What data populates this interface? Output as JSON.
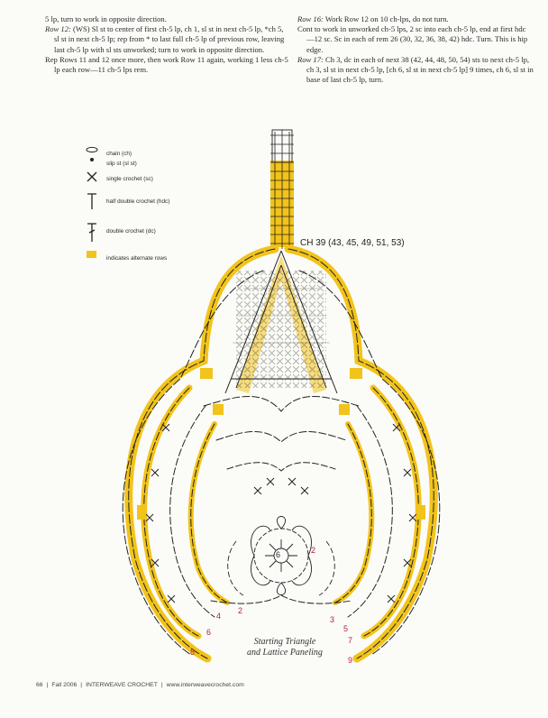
{
  "text": {
    "left_col": {
      "line0": "5 lp, turn to work in opposite direction.",
      "row12_label": "Row 12:",
      "row12_text": " (WS) Sl st to center of first ch-5 lp, ch 1, sl st in next ch-5 lp, *ch 5, sl st in next ch-5 lp; rep from * to last full ch-5 lp of previous row, leaving last ch-5 lp with sl sts unworked; turn to work in opposite direction.",
      "rep_text": "Rep Rows 11 and 12 once more, then work Row 11 again, working 1 less ch-5 lp each row—11 ch-5 lps rem."
    },
    "right_col": {
      "row16_label": "Row 16:",
      "row16_text": " Work Row 12 on 10 ch-lps, do not turn.",
      "cont_text": "Cont to work in unworked ch-5 lps, 2 sc into each ch-5 lp, end at first hdc—12 sc. Sc in each of rem 26 (30, 32, 36, 38, 42) hdc. Turn. This is hip edge.",
      "row17_label": "Row 17:",
      "row17_text": " Ch 3, dc in each of next 38 (42, 44, 48, 50, 54) sts to next ch-5 lp, ch 3, sl st in next ch-5 lp, [ch 6, sl st in next ch-5 lp] 9 times, ch 6, sl st in base of last ch-5 lp, turn."
    }
  },
  "legend": {
    "items": [
      {
        "icon": "chain-oval-icon",
        "label": "chain (ch)"
      },
      {
        "icon": "slip-stitch-dot-icon",
        "label": "slip st (sl st)"
      },
      {
        "icon": "single-crochet-x-icon",
        "label": "single crochet (sc)"
      },
      {
        "icon": "half-double-crochet-t-icon",
        "label": "half double crochet (hdc)"
      },
      {
        "icon": "double-crochet-t-icon",
        "label": "double crochet (dc)"
      },
      {
        "icon": "yellow-square-icon",
        "label": "indicates alternate rows"
      }
    ],
    "highlight_color": "#f2c31a"
  },
  "diagram": {
    "ch_label": "CH 39 (43, 45, 49, 51, 53)",
    "center_label": "6",
    "row_numbers": [
      "2",
      "2",
      "3",
      "4",
      "5",
      "6",
      "7",
      "8",
      "9"
    ],
    "caption_line1": "Starting Triangle",
    "caption_line2": "and Lattice Paneling"
  },
  "footer": {
    "page": "66",
    "issue": "Fall 2006",
    "magazine": "INTERWEAVE CROCHET",
    "url": "www.interweavecrochet.com"
  }
}
